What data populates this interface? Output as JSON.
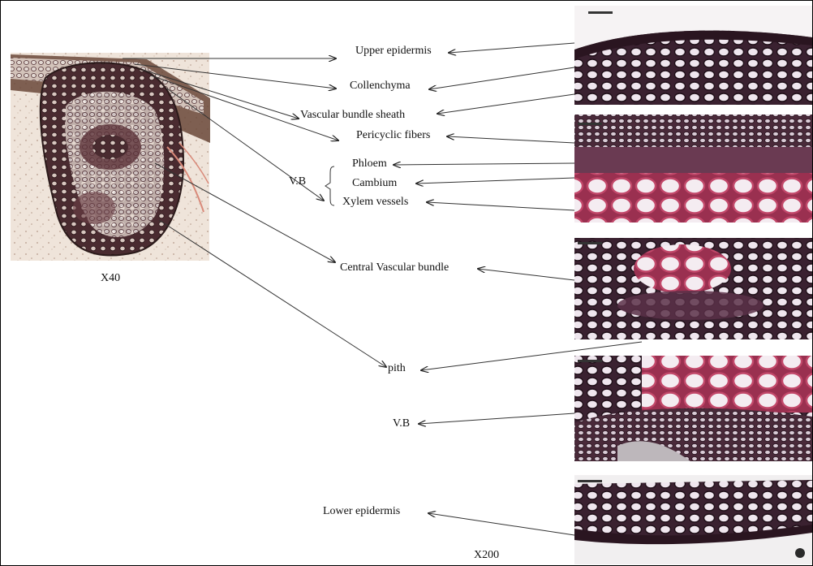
{
  "figure": {
    "left_magnification": "X40",
    "right_magnification": "X200",
    "group_label": "V.B",
    "labels": {
      "upper_epidermis": "Upper epidermis",
      "collenchyma": "Collenchyma",
      "vascular_bundle_sheath": "Vascular bundle sheath",
      "pericyclic_fibers": "Pericyclic fibers",
      "phloem": "Phloem",
      "cambium": "Cambium",
      "xylem_vessels": "Xylem vessels",
      "central_vascular_bundle": "Central Vascular bundle",
      "pith": "pith",
      "vb": "V.B",
      "lower_epidermis": "Lower epidermis"
    },
    "colors": {
      "tissue_dark": "#3a2130",
      "tissue_pink": "#c2486a",
      "tissue_light": "#efe6ee",
      "background_tan": "#e9dcd0"
    }
  }
}
